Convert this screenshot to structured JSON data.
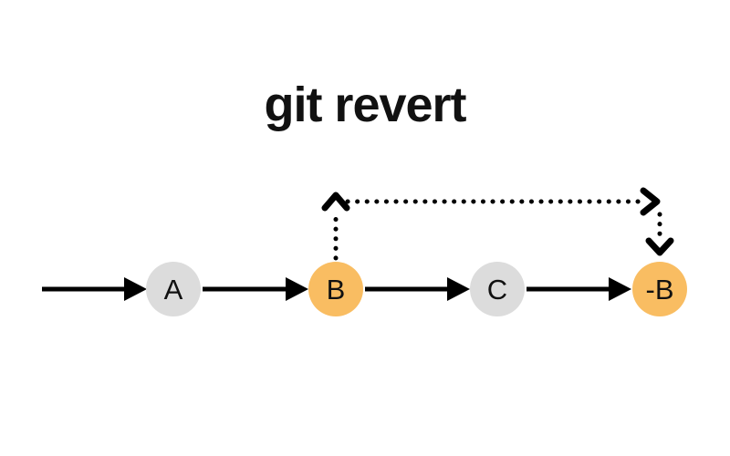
{
  "title": "git revert",
  "colors": {
    "background": "#ffffff",
    "title_text": "#111111",
    "default_node": "#dcdcdc",
    "highlight_node": "#f9bd62",
    "edge": "#000000"
  },
  "nodes": [
    {
      "label": "A",
      "role": "commit",
      "color": "#dcdcdc"
    },
    {
      "label": "B",
      "role": "reverted-commit",
      "color": "#f9bd62"
    },
    {
      "label": "C",
      "role": "commit",
      "color": "#dcdcdc"
    },
    {
      "label": "-B",
      "role": "revert-commit",
      "color": "#f9bd62"
    }
  ],
  "edges": [
    {
      "from": "start",
      "to": "A",
      "style": "solid"
    },
    {
      "from": "A",
      "to": "B",
      "style": "solid"
    },
    {
      "from": "B",
      "to": "C",
      "style": "solid"
    },
    {
      "from": "C",
      "to": "-B",
      "style": "solid"
    },
    {
      "from": "B",
      "to": "-B",
      "style": "dotted"
    }
  ]
}
